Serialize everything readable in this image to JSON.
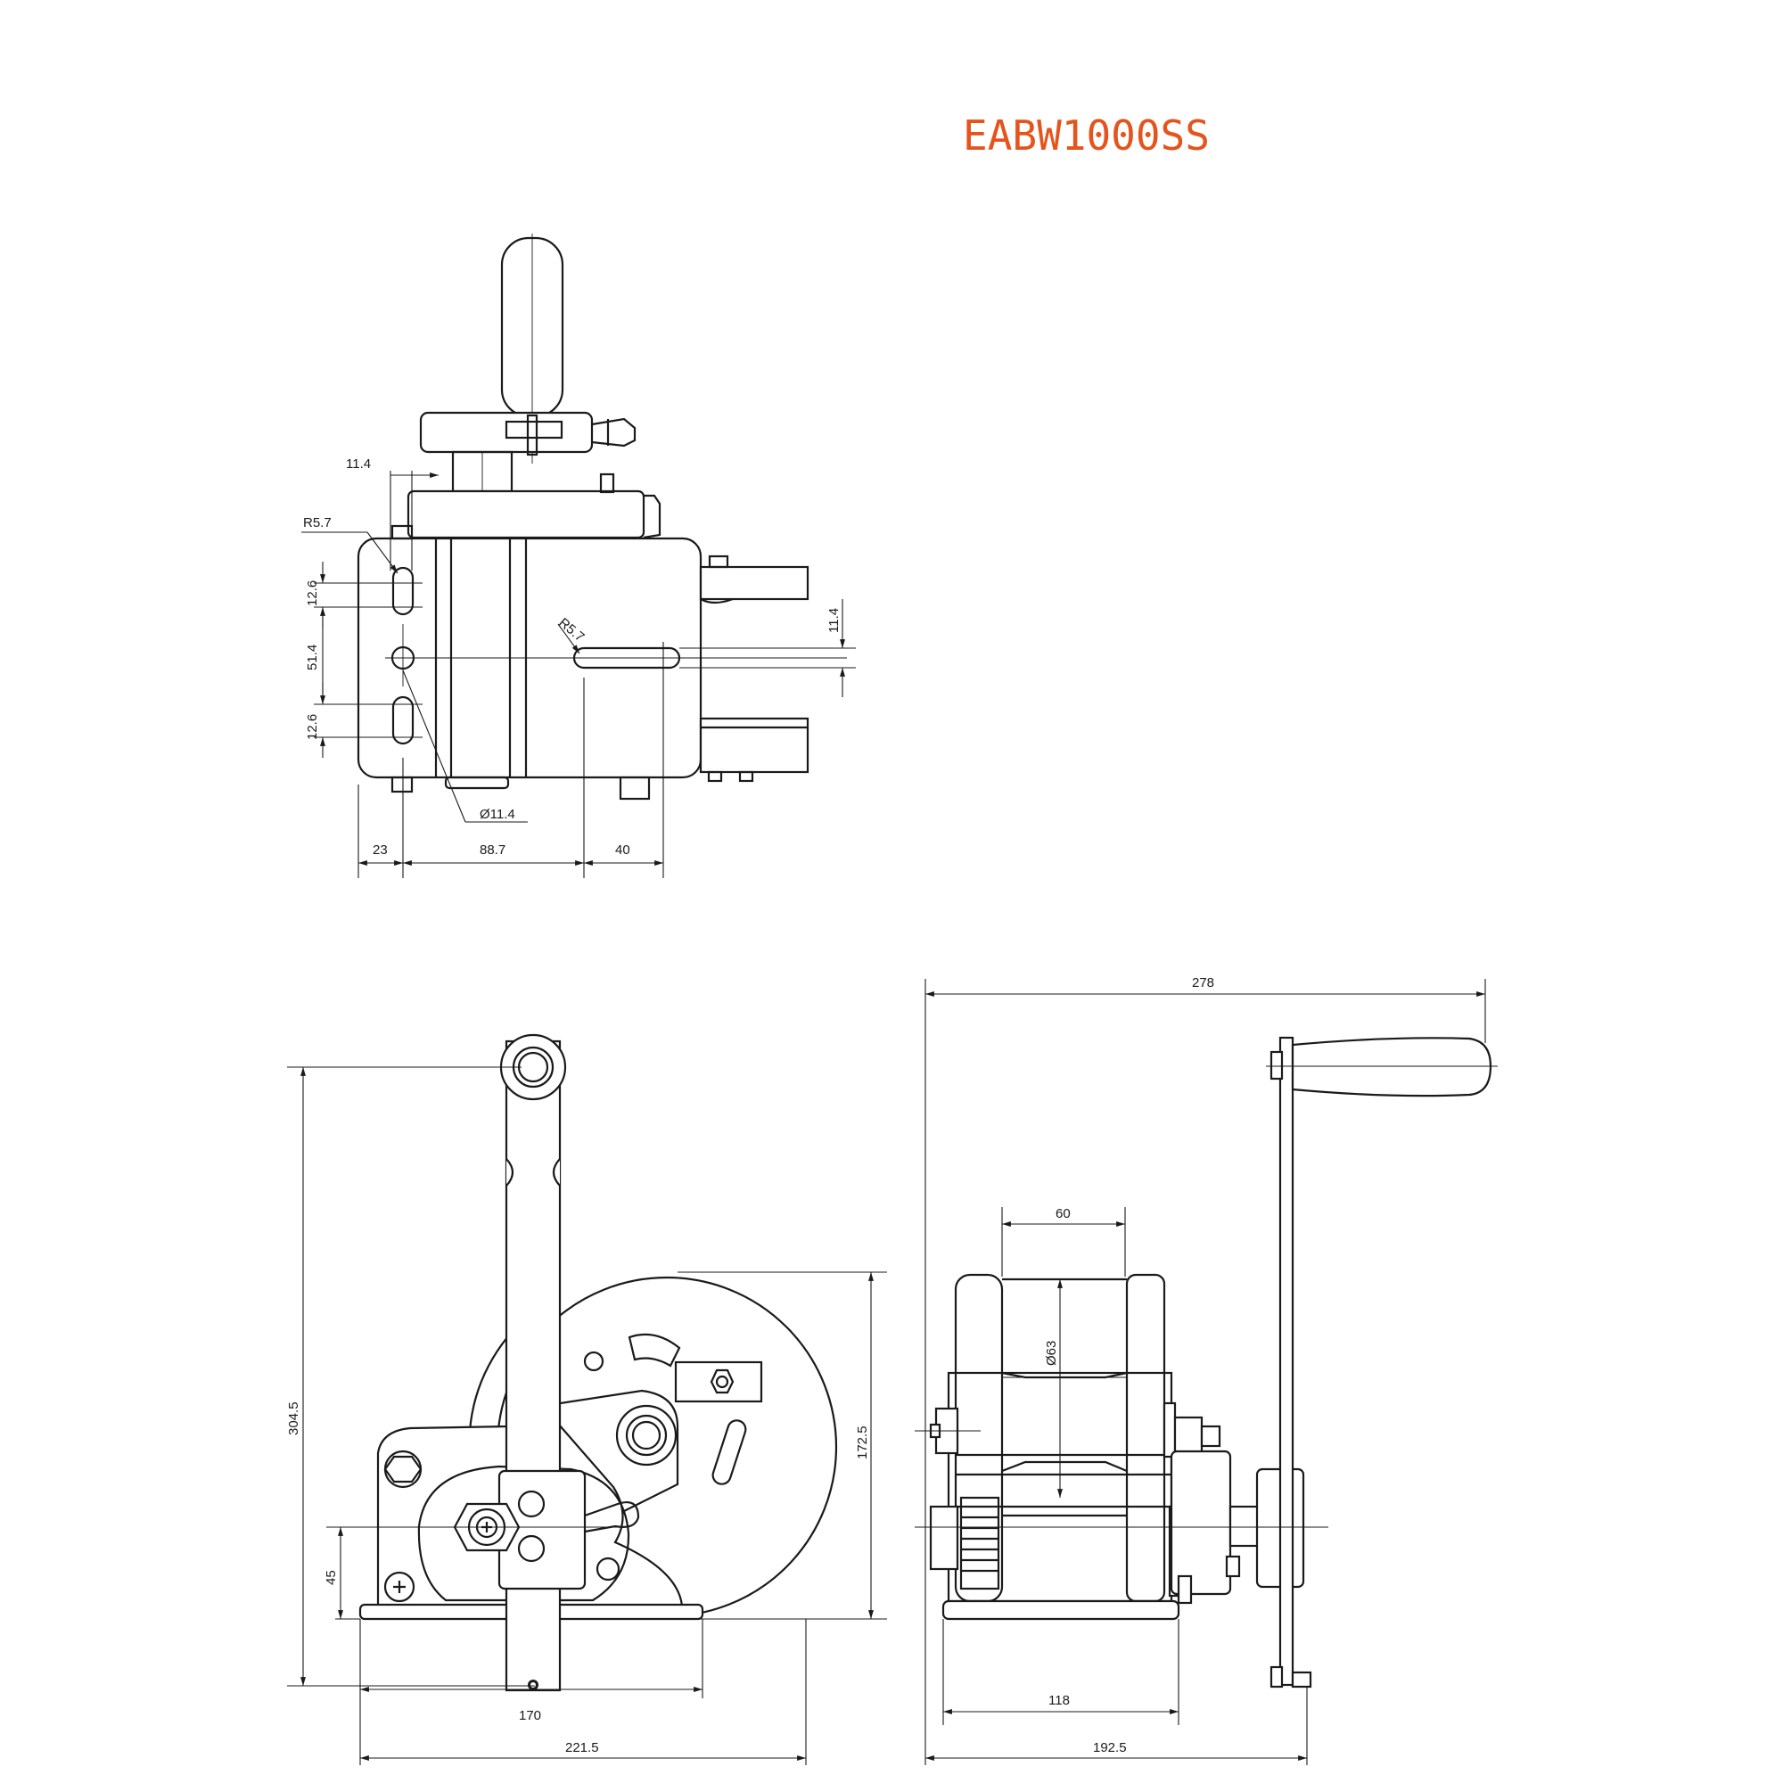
{
  "model": "EABW1000SS",
  "colors": {
    "title": "#e4541c",
    "line": "#1a1a1a",
    "background": "#ffffff"
  },
  "top_view": {
    "dims": {
      "a": "11.4",
      "b": "R5.7",
      "c": "12.6",
      "d": "51.4",
      "e": "12.6",
      "f": "R5.7",
      "g": "11.4",
      "h": "Ø11.4",
      "i": "23",
      "j": "88.7",
      "k": "40"
    }
  },
  "front_view": {
    "dims": {
      "height_total": "304.5",
      "height_drum": "172.5",
      "base_offset": "45",
      "base_width": "170",
      "overall_width": "221.5"
    }
  },
  "side_view": {
    "dims": {
      "overall_length": "278",
      "drum_width": "60",
      "drum_diameter": "Ø63",
      "base_length": "118",
      "body_length": "192.5"
    }
  }
}
